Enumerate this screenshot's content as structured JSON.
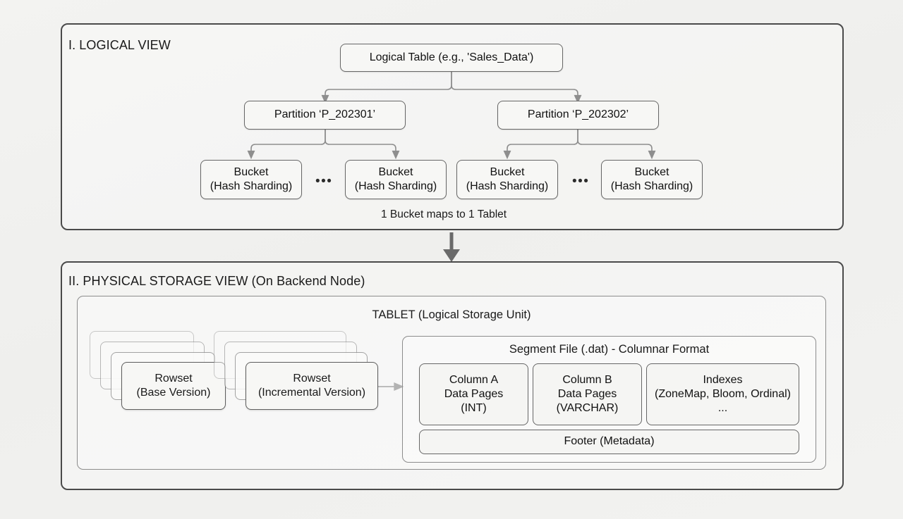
{
  "diagram": {
    "background_color": "#f1f1ef",
    "border_color": "#4a4a4a",
    "node_fill": "#f7f7f5"
  },
  "logical_view": {
    "title": "I. LOGICAL VIEW",
    "root": "Logical Table (e.g., 'Sales_Data')",
    "partitions": [
      "Partition ‘P_202301’",
      "Partition ‘P_202302’"
    ],
    "bucket_line1": "Bucket",
    "bucket_line2": "(Hash Sharding)",
    "ellipsis": "•••",
    "caption": "1 Bucket maps to 1 Tablet"
  },
  "physical_view": {
    "title": "II. PHYSICAL STORAGE VIEW (On Backend Node)",
    "tablet_title": "TABLET (Logical Storage Unit)",
    "rowsets": [
      {
        "line1": "Rowset",
        "line2": "(Base Version)"
      },
      {
        "line1": "Rowset",
        "line2": "(Incremental Version)"
      }
    ],
    "segment": {
      "title": "Segment File (.dat) - Columnar Format",
      "columns": [
        {
          "line1": "Column A",
          "line2": "Data Pages",
          "line3": "(INT)"
        },
        {
          "line1": "Column B",
          "line2": "Data Pages",
          "line3": "(VARCHAR)"
        },
        {
          "line1": "Indexes",
          "line2": "(ZoneMap, Bloom, Ordinal)",
          "line3": "..."
        }
      ],
      "footer": "Footer (Metadata)"
    }
  }
}
